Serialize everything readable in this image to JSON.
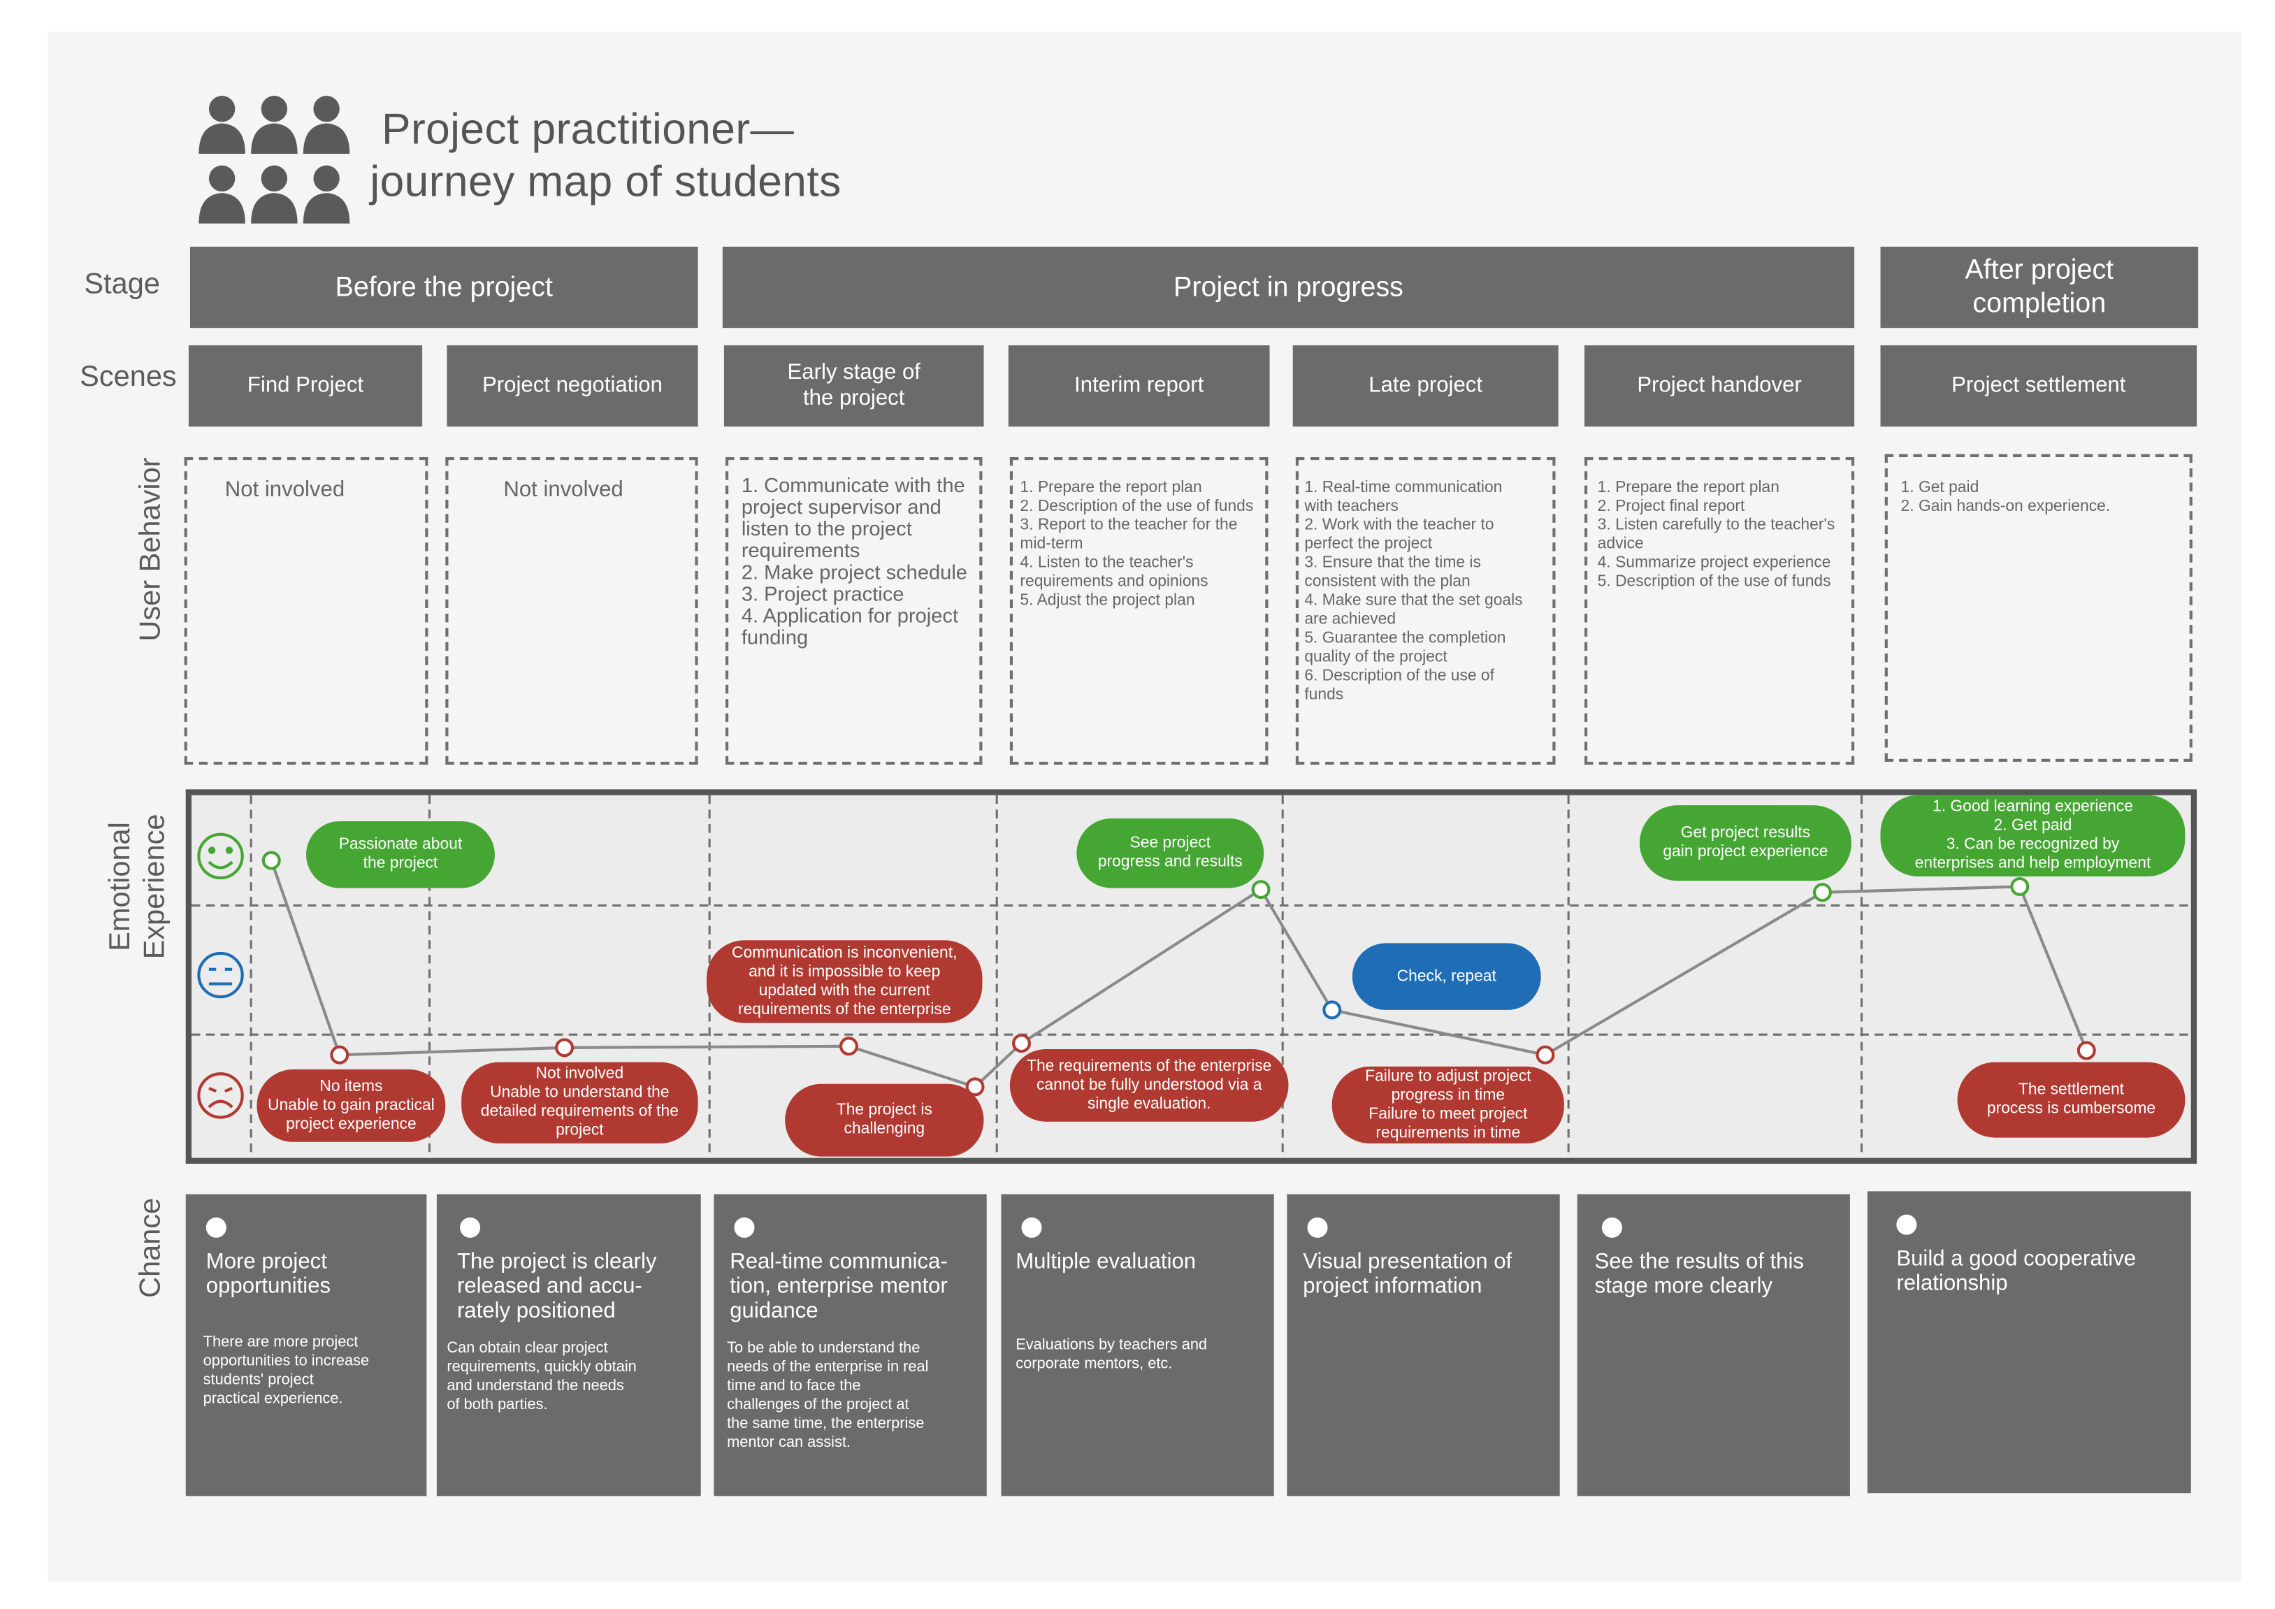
{
  "title": {
    "line1": "Project practitioner—",
    "line2": "journey map of students"
  },
  "row_labels": {
    "stage": "Stage",
    "scenes": "Scenes",
    "user_behavior": "User Behavior",
    "emotional_line1": "Emotional",
    "emotional_line2": "Experience",
    "chance": "Chance"
  },
  "stages": [
    {
      "label_lines": [
        "Before the project"
      ]
    },
    {
      "label_lines": [
        "Project in progress"
      ]
    },
    {
      "label_lines": [
        "After project",
        "completion"
      ]
    }
  ],
  "scenes": [
    {
      "label_lines": [
        "Find Project"
      ]
    },
    {
      "label_lines": [
        "Project negotiation"
      ]
    },
    {
      "label_lines": [
        "Early stage of",
        "the project"
      ]
    },
    {
      "label_lines": [
        "Interim report"
      ]
    },
    {
      "label_lines": [
        "Late project"
      ]
    },
    {
      "label_lines": [
        "Project handover"
      ]
    },
    {
      "label_lines": [
        "Project settlement"
      ]
    }
  ],
  "user_behavior": [
    {
      "lines": [
        "Not involved"
      ]
    },
    {
      "lines": [
        "Not involved"
      ]
    },
    {
      "lines": [
        "1. Communicate with the",
        "project supervisor and",
        "listen to the project",
        "requirements",
        "2. Make project schedule",
        "3. Project practice",
        "4. Application for project",
        "funding"
      ]
    },
    {
      "lines": [
        "1. Prepare the report plan",
        "2. Description of the use of funds",
        "3. Report to the teacher for the",
        "mid-term",
        "4. Listen to the teacher's",
        "requirements and opinions",
        "5. Adjust the project plan"
      ]
    },
    {
      "lines": [
        "1. Real-time communication",
        "with teachers",
        "2. Work with the teacher to",
        "perfect the project",
        "3. Ensure that the time is",
        "consistent with the plan",
        "4. Make sure that the set goals",
        "are achieved",
        "5. Guarantee the completion",
        "quality of the project",
        "6. Description of the use of",
        "funds"
      ]
    },
    {
      "lines": [
        "1. Prepare the report plan",
        "2. Project final report",
        "3. Listen carefully to the teacher's",
        "advice",
        "4. Summarize project experience",
        "5. Description of the use of funds"
      ]
    },
    {
      "lines": [
        "1. Get paid",
        "2. Gain hands-on experience."
      ]
    }
  ],
  "emotions": {
    "levels": [
      "positive",
      "neutral",
      "negative"
    ],
    "level_icons": [
      "smiling-face-icon",
      "neutral-face-icon",
      "sad-face-icon"
    ],
    "colors": {
      "positive": "#46a634",
      "neutral": "#1f6eb5",
      "negative": "#b03a31",
      "line": "#8a8a8a"
    },
    "points": [
      {
        "scene": "Find Project",
        "level": "positive",
        "bubble": [
          "Passionate about",
          "the project"
        ]
      },
      {
        "scene": "Find Project",
        "level": "negative",
        "bubble": [
          "No items",
          "Unable to gain practical",
          "project experience"
        ]
      },
      {
        "scene": "Project negotiation",
        "level": "negative",
        "bubble": [
          "Not involved",
          "Unable to understand the",
          "detailed requirements of the",
          "project"
        ]
      },
      {
        "scene": "Early stage of the project",
        "level": "negative",
        "bubble": [
          "Communication is inconvenient,",
          "and it is impossible to keep",
          "updated with the current",
          "requirements of the enterprise"
        ]
      },
      {
        "scene": "Early stage of the project",
        "level": "negative",
        "bubble": [
          "The project is",
          "challenging"
        ]
      },
      {
        "scene": "Interim report",
        "level": "negative",
        "bubble": [
          "The requirements of the enterprise",
          "cannot be fully understood via a",
          "single evaluation."
        ]
      },
      {
        "scene": "Interim report",
        "level": "positive",
        "bubble": [
          "See project",
          "progress and results"
        ]
      },
      {
        "scene": "Late project",
        "level": "neutral",
        "bubble": [
          "Check, repeat"
        ]
      },
      {
        "scene": "Late project",
        "level": "negative",
        "bubble": [
          "Failure to adjust project",
          "progress in time",
          "Failure to meet project",
          "requirements in time"
        ]
      },
      {
        "scene": "Project handover",
        "level": "positive",
        "bubble": [
          "Get project results",
          "gain project experience"
        ]
      },
      {
        "scene": "Project settlement",
        "level": "positive",
        "bubble": [
          "1. Good learning experience",
          "2. Get paid",
          "3. Can be recognized by",
          "enterprises and help employment"
        ]
      },
      {
        "scene": "Project settlement",
        "level": "negative",
        "bubble": [
          "The settlement",
          "process is cumbersome"
        ]
      }
    ]
  },
  "chances": [
    {
      "title_lines": [
        "More project",
        "opportunities"
      ],
      "desc_lines": [
        "There are more project",
        "opportunities to increase",
        "students' project",
        "practical experience."
      ]
    },
    {
      "title_lines": [
        "The project is clearly",
        "released and accu-",
        "rately positioned"
      ],
      "desc_lines": [
        "Can obtain clear project",
        "requirements, quickly obtain",
        "and understand the needs",
        "of both parties."
      ]
    },
    {
      "title_lines": [
        "Real-time communica-",
        "tion, enterprise mentor",
        "guidance"
      ],
      "desc_lines": [
        "To be able to understand the",
        "needs of the enterprise in real",
        "time and to face the",
        "challenges of the project at",
        "the same time, the enterprise",
        "mentor can assist."
      ]
    },
    {
      "title_lines": [
        "Multiple evaluation"
      ],
      "desc_lines": [
        "Evaluations by teachers and",
        "corporate mentors, etc."
      ]
    },
    {
      "title_lines": [
        "Visual presentation of",
        "project information"
      ],
      "desc_lines": []
    },
    {
      "title_lines": [
        "See the results of this",
        "stage more clearly"
      ],
      "desc_lines": []
    },
    {
      "title_lines": [
        "Build a good cooperative",
        "relationship"
      ],
      "desc_lines": []
    }
  ]
}
